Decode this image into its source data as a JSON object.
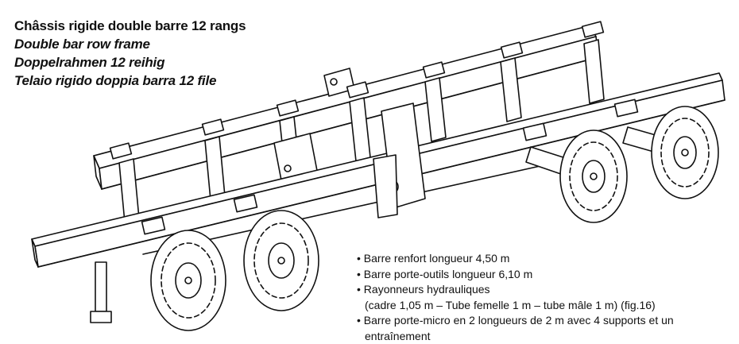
{
  "titles": {
    "fr": "Châssis rigide double barre 12 rangs",
    "en": "Double bar row frame",
    "de": "Doppelrahmen 12 reihig",
    "it": "Telaio rigido doppia barra 12 file"
  },
  "specs": {
    "bullet": "•",
    "items": [
      "Barre renfort longueur 4,50 m",
      "Barre porte-outils longueur 6,10 m",
      "Rayonneurs hydrauliques",
      "Barre porte-micro en 2 longueurs de 2 m avec 4 supports et un"
    ],
    "continuation_3": "(cadre 1,05 m – Tube femelle 1 m – tube mâle 1 m) (fig.16)",
    "continuation_4": "entraînement"
  },
  "colors": {
    "ink": "#111111",
    "paper": "#ffffff"
  }
}
